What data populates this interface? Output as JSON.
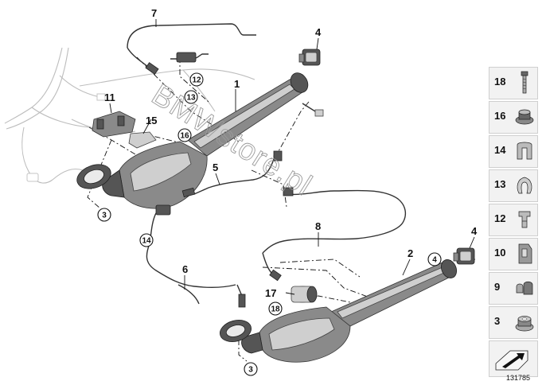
{
  "watermark": "BMWstore.pl",
  "image_number": "131785",
  "callouts": {
    "c1": "1",
    "c2": "2",
    "c4a": "4",
    "c4b": "4",
    "c5": "5",
    "c6": "6",
    "c7": "7",
    "c8": "8",
    "c11": "11",
    "c15": "15",
    "c17": "17"
  },
  "ring_callouts": {
    "r3a": "3",
    "r3b": "3",
    "r4": "4",
    "r12": "12",
    "r13": "13",
    "r14": "14",
    "r16": "16",
    "r18": "18"
  },
  "side_panel": [
    {
      "number": "18",
      "icon": "bolt-icon"
    },
    {
      "number": "16",
      "icon": "collar-nut-icon"
    },
    {
      "number": "14",
      "icon": "cable-clip-icon"
    },
    {
      "number": "13",
      "icon": "clamp-clip-icon"
    },
    {
      "number": "12",
      "icon": "spring-clip-icon"
    },
    {
      "number": "10",
      "icon": "bracket-icon"
    },
    {
      "number": "9",
      "icon": "double-clip-icon"
    },
    {
      "number": "3",
      "icon": "flange-nut-icon"
    },
    {
      "number": "",
      "icon": "arrow-icon"
    }
  ]
}
